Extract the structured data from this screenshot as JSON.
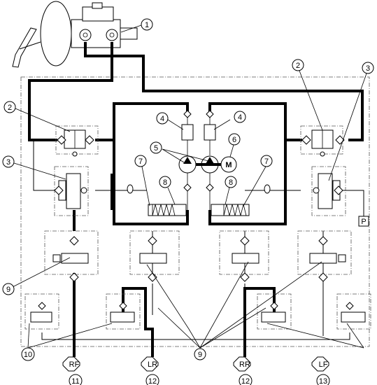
{
  "callouts": {
    "c1": "1",
    "c2a": "2",
    "c2b": "2",
    "c3a": "3",
    "c3b": "3",
    "c4a": "4",
    "c4b": "4",
    "c5": "5",
    "c6": "6",
    "c7a": "7",
    "c7b": "7",
    "c8a": "8",
    "c8b": "8",
    "c9a": "9",
    "c9b": "9",
    "c10": "10",
    "c11": "11",
    "c12a": "12",
    "c12b": "12",
    "c13": "13"
  },
  "wheels": {
    "rf": "RF",
    "lr": "LR",
    "rr": "RR",
    "lf": "LF"
  },
  "motor_label": "M",
  "pressure_sensor_label": "P"
}
